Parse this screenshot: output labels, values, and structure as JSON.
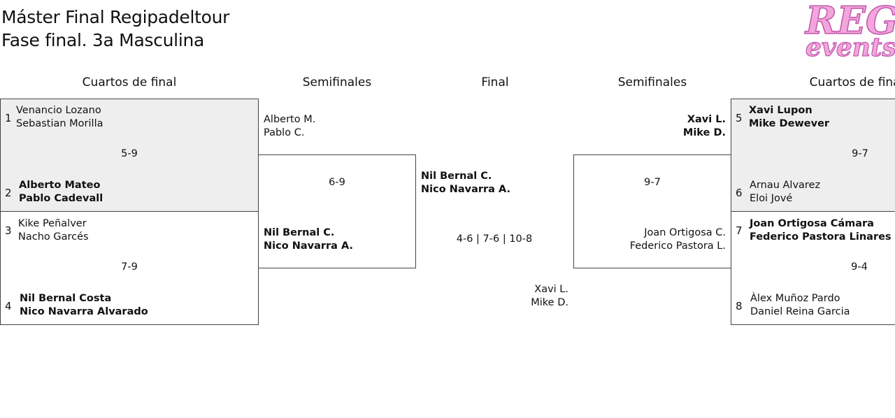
{
  "header": {
    "title_line1": "Máster Final Regipadeltour",
    "title_line2": "Fase final. 3a Masculina",
    "logo_top": "REGI",
    "logo_bottom": "events"
  },
  "columns": {
    "qf_left": "Cuartos de final",
    "sf_left": "Semifinales",
    "final": "Final",
    "sf_right": "Semifinales",
    "qf_right": "Cuartos de final"
  },
  "qf_left": [
    {
      "seed_a": "1",
      "a1": "Venancio Lozano",
      "a2": "Sebastian Morilla",
      "seed_b": "2",
      "b1": "Alberto Mateo",
      "b2": "Pablo Cadevall",
      "score": "5-9"
    },
    {
      "seed_a": "3",
      "a1": "Kike Peñalver",
      "a2": "Nacho Garcés",
      "seed_b": "4",
      "b1": "Nil Bernal Costa",
      "b2": "Nico Navarra Alvarado",
      "score": "7-9"
    }
  ],
  "sf_left": {
    "top1": "Alberto M.",
    "top2": "Pablo C.",
    "bot1": "Nil Bernal C.",
    "bot2": "Nico Navarra A.",
    "score": "6-9"
  },
  "final": {
    "top1": "Nil Bernal C.",
    "top2": "Nico Navarra A.",
    "bot1": "Xavi L.",
    "bot2": "Mike D.",
    "score": "4-6 | 7-6 | 10-8"
  },
  "sf_right": {
    "top1": "Xavi L.",
    "top2": "Mike D.",
    "bot1": "Joan Ortigosa C.",
    "bot2": "Federico Pastora L.",
    "score": "9-7"
  },
  "qf_right": [
    {
      "seed_a": "5",
      "a1": "Xavi Lupon",
      "a2": "Mike Dewever",
      "seed_b": "6",
      "b1": "Arnau Alvarez",
      "b2": "Eloi Jové",
      "score": "9-7"
    },
    {
      "seed_a": "7",
      "a1": "Joan Ortigosa Cámara",
      "a2": "Federico Pastora Linares",
      "seed_b": "8",
      "b1": "Àlex Muñoz Pardo",
      "b2": "Daniel Reina Garcia",
      "score": "9-4"
    }
  ]
}
